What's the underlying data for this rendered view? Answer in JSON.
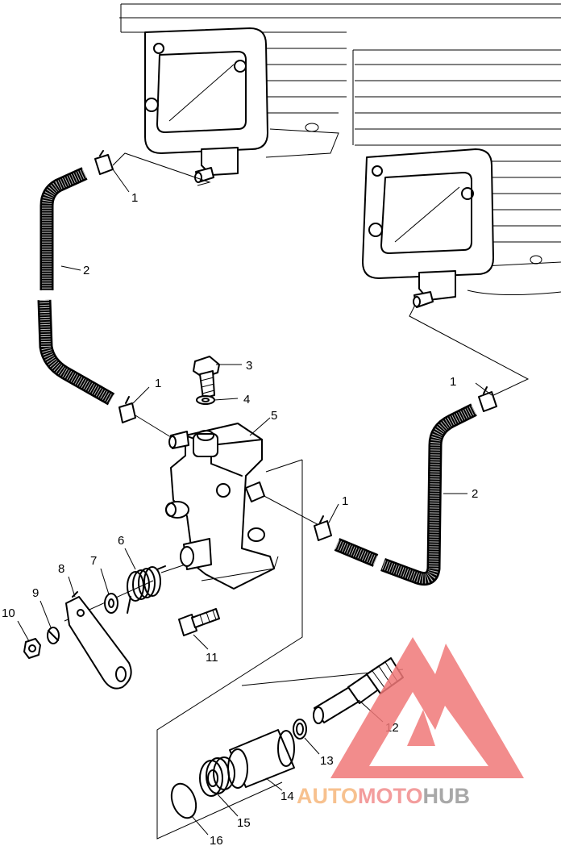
{
  "callouts": {
    "c1a": "1",
    "c1b": "1",
    "c1c": "1",
    "c1d": "1",
    "c2a": "2",
    "c2b": "2",
    "c3": "3",
    "c4": "4",
    "c5": "5",
    "c6": "6",
    "c7": "7",
    "c8": "8",
    "c9": "9",
    "c10": "10",
    "c11": "11",
    "c12": "12",
    "c13": "13",
    "c14": "14",
    "c15": "15",
    "c16": "16"
  },
  "watermark": {
    "part1": "AUTO",
    "part2": "MOTO",
    "part3": "HUB",
    "colors": {
      "auto": "#f6b77c",
      "moto": "#f28c8c",
      "hub": "#9a9a9a",
      "triangle": "#f07878"
    }
  }
}
